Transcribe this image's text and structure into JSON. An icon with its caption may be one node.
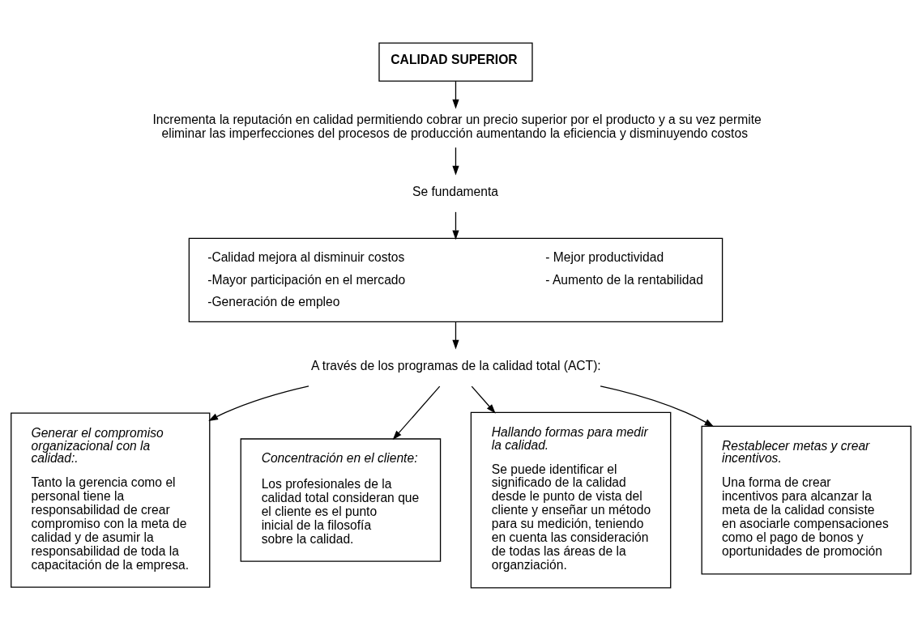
{
  "diagram": {
    "nodes": [
      {
        "text": [
          "CALIDAD SUPERIOR"
        ]
      },
      {
        "text": [
          "Incrementa la reputación en calidad permitiendo cobrar un precio superior por el producto y a su vez permite eliminar las imperfecciones del procesos de producción aumentando la eficiencia y disminuyendo costos"
        ]
      },
      {
        "text": [
          "Se fundamenta"
        ]
      },
      {
        "text": [
          "-Calidad mejora al disminuir costos",
          "- Mejor productividad",
          "-Mayor participación en el mercado",
          "- Aumento de la rentabilidad",
          "-Generación de empleo"
        ]
      },
      {
        "text": [
          "A través de los programas de la calidad total (ACT):"
        ]
      },
      {
        "text": [
          "Generar el compromiso organizacional con la calidad:.",
          "Tanto la gerencia como el personal tiene la responsabilidad de crear compromiso con la meta de calidad y de asumir la responsabilidad de toda la capacitación de la empresa."
        ]
      },
      {
        "text": [
          "Concentración en el cliente:",
          "Los profesionales de la calidad total consideran que el cliente es el punto inicial de la filosofía sobre la calidad."
        ]
      },
      {
        "text": [
          "Hallando formas para medir la calidad.",
          "Se puede identificar el significado de la calidad desde le punto de vista del cliente y enseñar un método para su medición, teniendo en cuenta las consideración de todas las áreas de la organziación."
        ]
      },
      {
        "text": [
          "Restablecer metas y crear incentivos.",
          "Una forma de crear incentivos para alcanzar la meta de la calidad consiste en asociarle compensaciones como el pago de bonos y oportunidades de promoción"
        ]
      }
    ],
    "edges": [
      {
        "from": 0,
        "to": 1,
        "arrow": "to"
      },
      {
        "from": 1,
        "to": 2,
        "arrow": "to"
      },
      {
        "from": 2,
        "to": 3,
        "arrow": "to"
      },
      {
        "from": 3,
        "to": 4,
        "arrow": "to"
      },
      {
        "from": 4,
        "to": 5,
        "arrow": "to"
      },
      {
        "from": 4,
        "to": 6,
        "arrow": "to"
      },
      {
        "from": 4,
        "to": 7,
        "arrow": "to"
      },
      {
        "from": 4,
        "to": 8,
        "arrow": "to"
      }
    ]
  }
}
